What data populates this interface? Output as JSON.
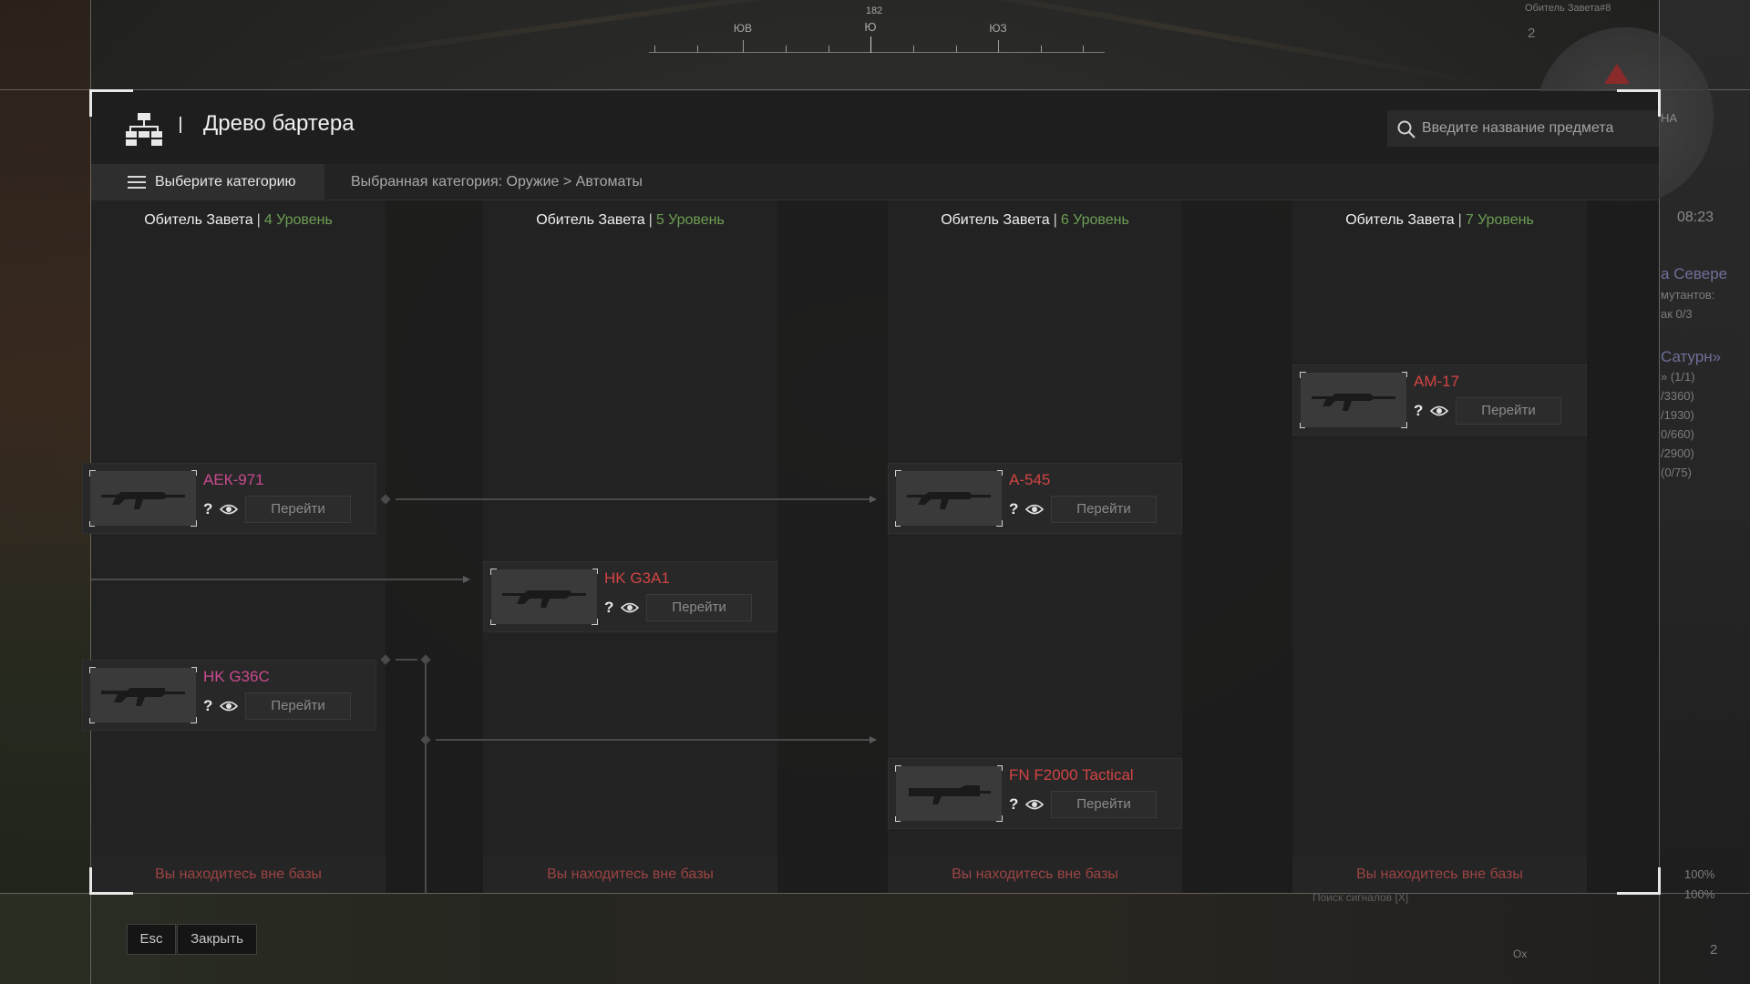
{
  "compass": {
    "labels": [
      {
        "text": "ЮВ",
        "pos": 103
      },
      {
        "text": "Ю",
        "pos": 243
      },
      {
        "text": "ЮЗ",
        "pos": 383
      }
    ],
    "heading": "182"
  },
  "hud": {
    "location": "Обитель Завета#8",
    "players": "2",
    "time": "08:23",
    "minimap_label": "НА",
    "quest1_title": "а Севере",
    "quest1_lines": [
      "мутантов:",
      "ак 0/3"
    ],
    "quest2_title": "Сатурн»",
    "quest2_lines": [
      "» (1/1)",
      "/3360)",
      "/1930)",
      "0/660)",
      "/2900)",
      "(0/75)"
    ],
    "stat1": "100%",
    "stat2": "100%",
    "signal_search": "Поиск сигналов [X]",
    "ox": "Ox",
    "count": "2"
  },
  "window": {
    "title": "Древо бартера",
    "search_placeholder": "Введите название предмета",
    "category_button": "Выберите категорию",
    "selected_category": "Выбранная категория: Оружие > Автоматы"
  },
  "columns": [
    {
      "location": "Обитель Завета",
      "level": "4 Уровень",
      "footer": "Вы находитесь вне базы"
    },
    {
      "location": "Обитель Завета",
      "level": "5 Уровень",
      "footer": "Вы находитесь вне базы"
    },
    {
      "location": "Обитель Завета",
      "level": "6 Уровень",
      "footer": "Вы находитесь вне базы"
    },
    {
      "location": "Обитель Завета",
      "level": "7 Уровень",
      "footer": "Вы находитесь вне базы"
    }
  ],
  "items": {
    "aek971": {
      "name": "АЕК-971",
      "go": "Перейти",
      "q": "?",
      "rarity_color": "#c94a8e"
    },
    "hkg36c": {
      "name": "HK G36C",
      "go": "Перейти",
      "q": "?",
      "rarity_color": "#c94a8e"
    },
    "hkg3a1": {
      "name": "HK G3A1",
      "go": "Перейти",
      "q": "?",
      "rarity_color": "#d24444"
    },
    "a545": {
      "name": "А-545",
      "go": "Перейти",
      "q": "?",
      "rarity_color": "#d24444"
    },
    "fnf2000": {
      "name": "FN F2000 Tactical",
      "go": "Перейти",
      "q": "?",
      "rarity_color": "#d24444"
    },
    "am17": {
      "name": "АМ-17",
      "go": "Перейти",
      "q": "?",
      "rarity_color": "#d24444"
    }
  },
  "footer_buttons": {
    "esc": "Esc",
    "close": "Закрыть"
  },
  "colors": {
    "level_green": "#6d9e54",
    "warning_red": "#9c4444"
  }
}
